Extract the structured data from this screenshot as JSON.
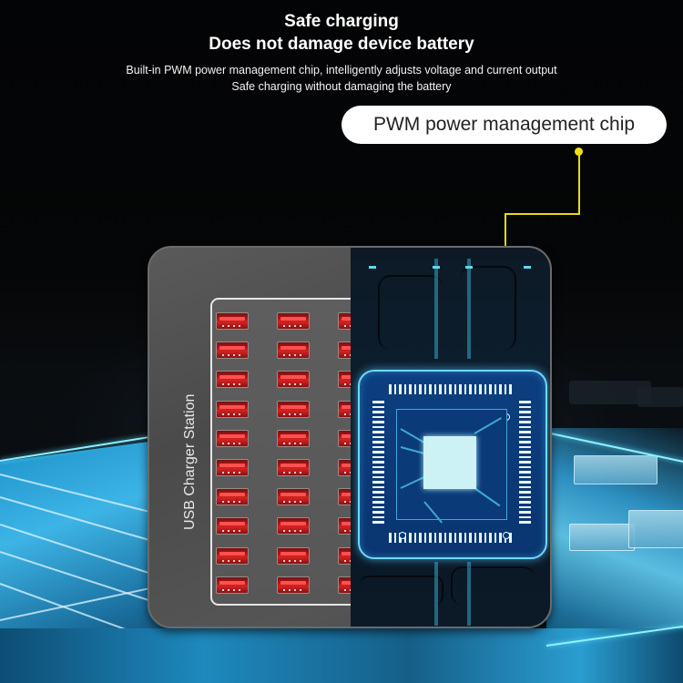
{
  "header": {
    "title_line1": "Safe charging",
    "title_line2": "Does not damage device battery",
    "subtitle_line1": "Built-in PWM power management chip, intelligently adjusts voltage and current output",
    "subtitle_line2": "Safe charging without damaging the battery"
  },
  "callout": {
    "label": "PWM power management chip",
    "connector_color": "#e8dc10"
  },
  "device": {
    "label": "USB Charger Station",
    "port_rows": 10,
    "port_columns_visible": 3,
    "port_color": "#d62222",
    "body_color": "#555555"
  },
  "chip": {
    "border_color": "#6fd8ff",
    "fill_color": "#0c3f80",
    "core_color": "#cdf2f6"
  },
  "icons": {
    "connector_dot": "callout-dot-icon",
    "usb_port": "usb-port-icon",
    "chip": "processor-chip-icon"
  }
}
